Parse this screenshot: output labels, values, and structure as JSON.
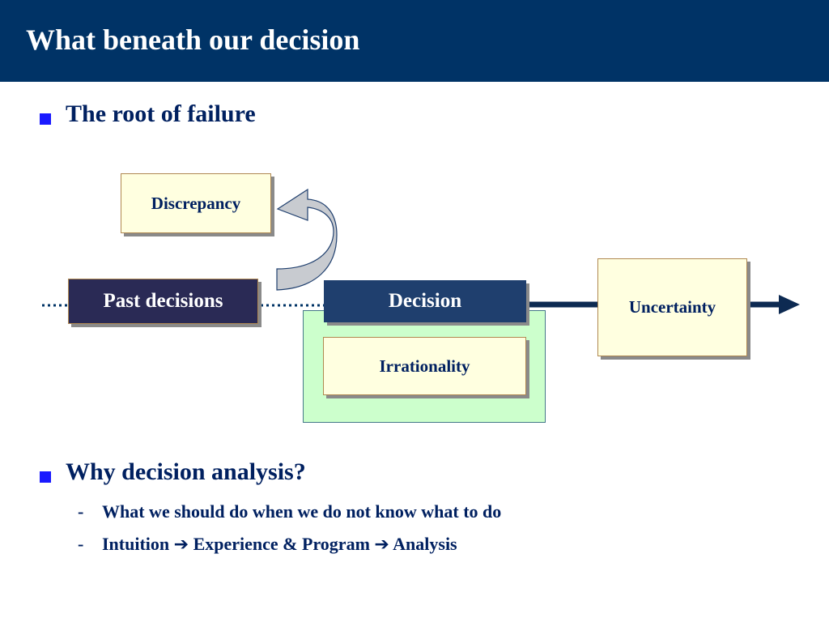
{
  "slide": {
    "title": "What beneath our decision"
  },
  "section1": {
    "heading": "The root of failure"
  },
  "diagram": {
    "discrepancy": "Discrepancy",
    "past_decisions": "Past decisions",
    "decision": "Decision",
    "irrationality": "Irrationality",
    "uncertainty": "Uncertainty"
  },
  "section2": {
    "heading": "Why decision analysis?",
    "items": [
      {
        "dash": "-",
        "text": "What we should do when we do not know what to do"
      },
      {
        "dash": "-",
        "text_a": "Intuition",
        "arrow": "➔",
        "text_b": "Experience & Program",
        "text_c": "Analysis"
      }
    ]
  },
  "colors": {
    "title_bar": "#003366",
    "bullet": "#1a1aff",
    "text_navy": "#002060",
    "past_box": "#2a2a55",
    "decision_box": "#1f3f6e",
    "light_box": "#ffffe0",
    "green_panel": "#ccffcc"
  }
}
